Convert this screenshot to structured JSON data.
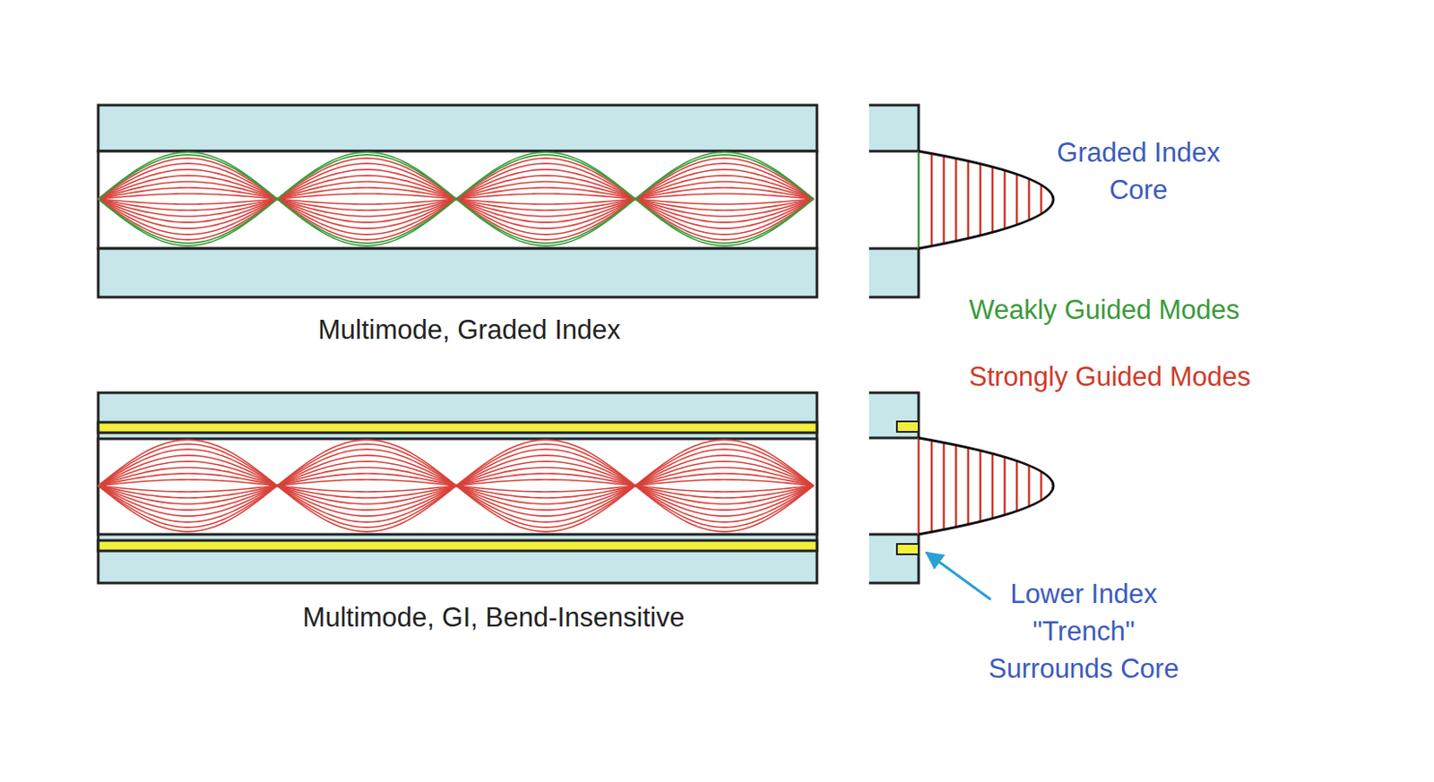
{
  "diagram": {
    "labels": [
      "Multimode, Graded Index",
      "Graded Index Core",
      "Weakly Guided Modes",
      "Strongly Guided Modes",
      "Multimode, GI, Bend-Insensitive",
      "Lower Index \"Trench\" Surrounds Core"
    ]
  }
}
